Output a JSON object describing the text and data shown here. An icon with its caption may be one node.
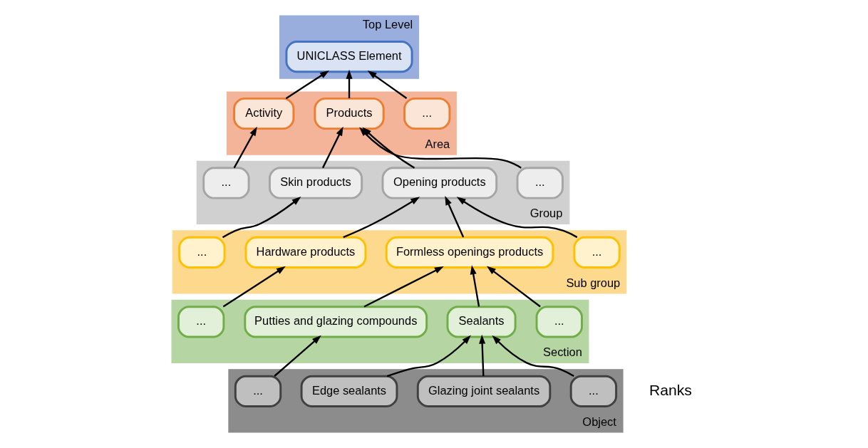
{
  "diagram": {
    "nodes": [
      {
        "text": [
          "Top Level"
        ]
      },
      {
        "text": [
          "UNICLASS Element"
        ],
        "in": 0
      },
      {
        "text": [
          "Area"
        ]
      },
      {
        "text": [
          "Activity"
        ],
        "in": 2
      },
      {
        "text": [
          "Products"
        ],
        "in": 2
      },
      {
        "text": [
          "..."
        ],
        "in": 2
      },
      {
        "text": [
          "Group"
        ]
      },
      {
        "text": [
          "..."
        ],
        "in": 6
      },
      {
        "text": [
          "Skin products"
        ],
        "in": 6
      },
      {
        "text": [
          "Opening products"
        ],
        "in": 6
      },
      {
        "text": [
          "..."
        ],
        "in": 6
      },
      {
        "text": [
          "Sub group"
        ]
      },
      {
        "text": [
          "..."
        ],
        "in": 11
      },
      {
        "text": [
          "Hardware products"
        ],
        "in": 11
      },
      {
        "text": [
          "Formless openings products"
        ],
        "in": 11
      },
      {
        "text": [
          "..."
        ],
        "in": 11
      },
      {
        "text": [
          "Section"
        ]
      },
      {
        "text": [
          "..."
        ],
        "in": 16
      },
      {
        "text": [
          "Putties and glazing compounds"
        ],
        "in": 16
      },
      {
        "text": [
          "Sealants"
        ],
        "in": 16
      },
      {
        "text": [
          "..."
        ],
        "in": 16
      },
      {
        "text": [
          "Object"
        ]
      },
      {
        "text": [
          "..."
        ],
        "in": 21
      },
      {
        "text": [
          "Edge sealants"
        ],
        "in": 21
      },
      {
        "text": [
          "Glazing joint sealants"
        ],
        "in": 21
      },
      {
        "text": [
          "..."
        ],
        "in": 21
      }
    ],
    "edges": [
      {
        "from": 3,
        "to": 1,
        "arrow": "to"
      },
      {
        "from": 4,
        "to": 1,
        "arrow": "to"
      },
      {
        "from": 5,
        "to": 1,
        "arrow": "to"
      },
      {
        "from": 7,
        "to": 3,
        "arrow": "to"
      },
      {
        "from": 8,
        "to": 4,
        "arrow": "to"
      },
      {
        "from": 9,
        "to": 4,
        "arrow": "to"
      },
      {
        "from": 10,
        "to": 4,
        "arrow": "to"
      },
      {
        "from": 12,
        "to": 8,
        "arrow": "to"
      },
      {
        "from": 13,
        "to": 9,
        "arrow": "to"
      },
      {
        "from": 14,
        "to": 9,
        "arrow": "to"
      },
      {
        "from": 15,
        "to": 9,
        "arrow": "to"
      },
      {
        "from": 17,
        "to": 13,
        "arrow": "to"
      },
      {
        "from": 18,
        "to": 14,
        "arrow": "to"
      },
      {
        "from": 19,
        "to": 14,
        "arrow": "to"
      },
      {
        "from": 20,
        "to": 14,
        "arrow": "to"
      },
      {
        "from": 22,
        "to": 18,
        "arrow": "to"
      },
      {
        "from": 23,
        "to": 19,
        "arrow": "to"
      },
      {
        "from": 24,
        "to": 19,
        "arrow": "to"
      },
      {
        "from": 25,
        "to": 19,
        "arrow": "to"
      }
    ],
    "labels": [
      "Ranks"
    ]
  }
}
